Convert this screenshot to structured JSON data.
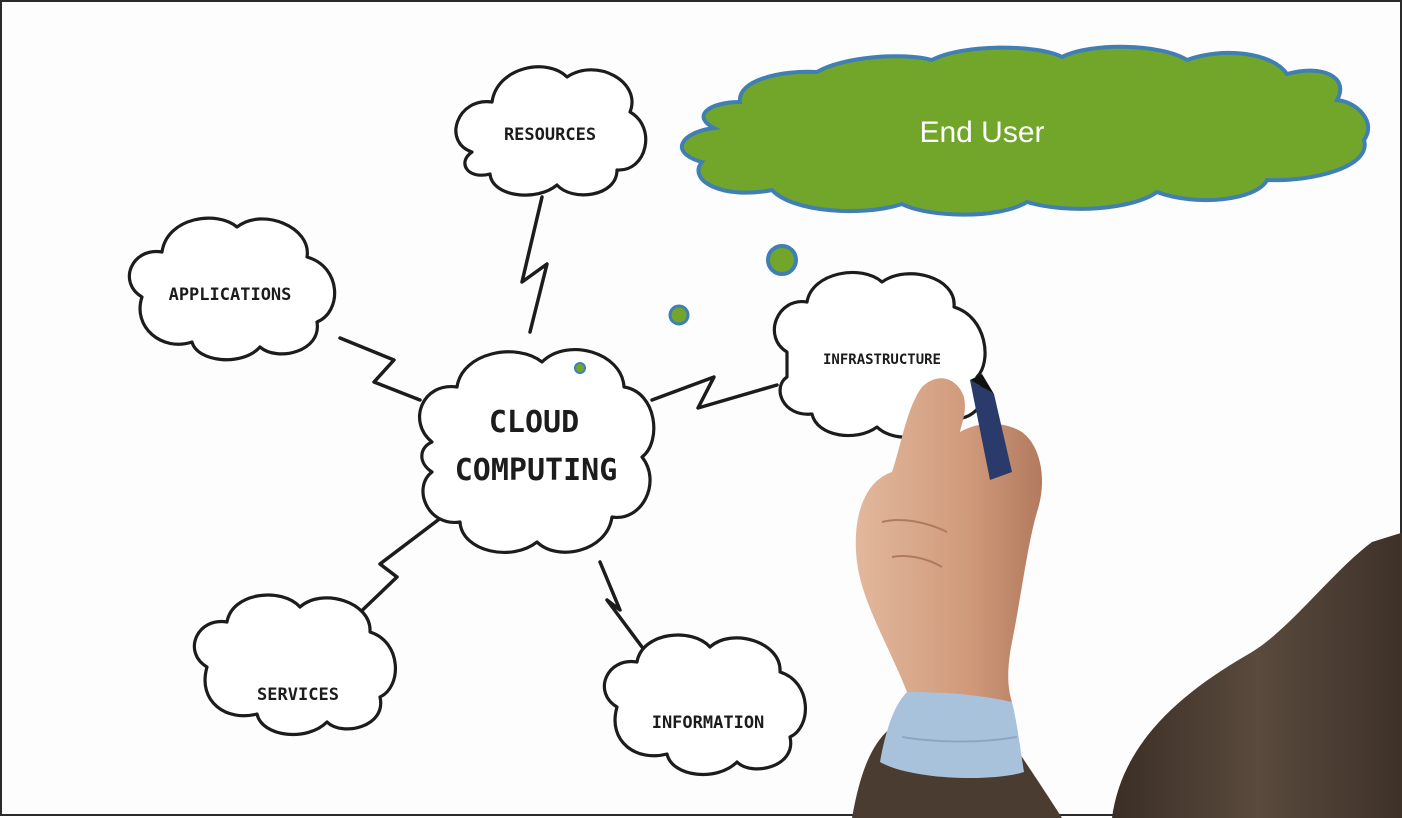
{
  "diagram": {
    "center": {
      "line1": "CLOUD",
      "line2": "COMPUTING"
    },
    "nodes": {
      "resources": "RESOURCES",
      "applications": "APPLICATIONS",
      "infrastructure": "INFRASTRUCTURE",
      "services": "SERVICES",
      "information": "INFORMATION"
    }
  },
  "callout": {
    "label": "End User",
    "fill_color": "#72a62a",
    "stroke_color": "#3f7fb4"
  },
  "colors": {
    "sketch_ink": "#1c1c1c",
    "suit": "#4a3c30",
    "shirt": "#a9c2dc",
    "skin": "#d6a384"
  }
}
